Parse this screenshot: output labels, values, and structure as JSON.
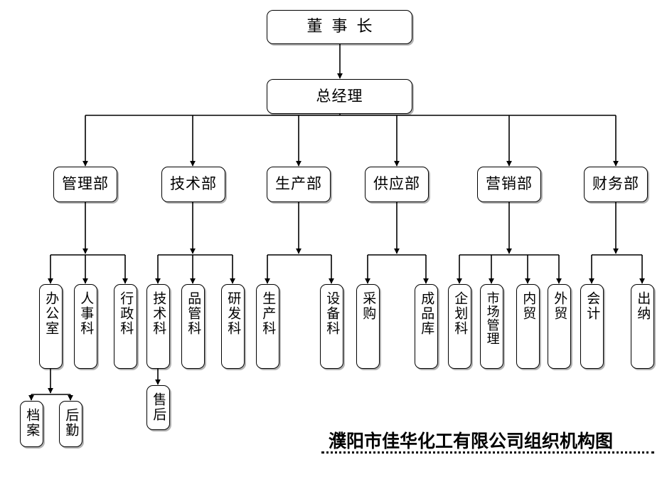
{
  "document": {
    "title": "濮阳市佳华化工有限公司组织机构图",
    "caption_underline": "dotted"
  },
  "colors": {
    "background": "#ffffff",
    "box_border": "#000000",
    "box_fill": "#ffffff",
    "connector": "#000000",
    "text": "#000000",
    "shadow": "rgba(0,0,0,0.30)"
  },
  "chart_data": {
    "type": "diagram",
    "subtype": "organization-chart",
    "title": "濮阳市佳华化工有限公司组织机构图",
    "orientation": "top-down",
    "levels": 4,
    "node_count": 27,
    "nodes": [
      {
        "id": "chairman",
        "label": "董事长",
        "level": 0,
        "parent": null,
        "text_orientation": "horizontal"
      },
      {
        "id": "gm",
        "label": "总经理",
        "level": 1,
        "parent": "chairman",
        "text_orientation": "horizontal"
      },
      {
        "id": "dept-management",
        "label": "管理部",
        "level": 2,
        "parent": "gm",
        "text_orientation": "horizontal"
      },
      {
        "id": "dept-technology",
        "label": "技术部",
        "level": 2,
        "parent": "gm",
        "text_orientation": "horizontal"
      },
      {
        "id": "dept-production",
        "label": "生产部",
        "level": 2,
        "parent": "gm",
        "text_orientation": "horizontal"
      },
      {
        "id": "dept-supply",
        "label": "供应部",
        "level": 2,
        "parent": "gm",
        "text_orientation": "horizontal"
      },
      {
        "id": "dept-marketing",
        "label": "营销部",
        "level": 2,
        "parent": "gm",
        "text_orientation": "horizontal"
      },
      {
        "id": "dept-finance",
        "label": "财务部",
        "level": 2,
        "parent": "gm",
        "text_orientation": "horizontal"
      },
      {
        "id": "office",
        "label": "办公室",
        "level": 3,
        "parent": "dept-management",
        "text_orientation": "vertical"
      },
      {
        "id": "hr",
        "label": "人事科",
        "level": 3,
        "parent": "dept-management",
        "text_orientation": "vertical"
      },
      {
        "id": "admin",
        "label": "行政科",
        "level": 3,
        "parent": "dept-management",
        "text_orientation": "vertical"
      },
      {
        "id": "tech-section",
        "label": "技术科",
        "level": 3,
        "parent": "dept-technology",
        "text_orientation": "vertical"
      },
      {
        "id": "quality",
        "label": "品管科",
        "level": 3,
        "parent": "dept-technology",
        "text_orientation": "vertical"
      },
      {
        "id": "rnd",
        "label": "研发科",
        "level": 3,
        "parent": "dept-technology",
        "text_orientation": "vertical"
      },
      {
        "id": "prod-section",
        "label": "生产科",
        "level": 3,
        "parent": "dept-production",
        "text_orientation": "vertical"
      },
      {
        "id": "equipment",
        "label": "设备科",
        "level": 3,
        "parent": "dept-production",
        "text_orientation": "vertical"
      },
      {
        "id": "purchasing",
        "label": "采购",
        "level": 3,
        "parent": "dept-supply",
        "text_orientation": "vertical"
      },
      {
        "id": "warehouse",
        "label": "成品库",
        "level": 3,
        "parent": "dept-supply",
        "text_orientation": "vertical"
      },
      {
        "id": "planning",
        "label": "企划科",
        "level": 3,
        "parent": "dept-marketing",
        "text_orientation": "vertical"
      },
      {
        "id": "market-mgmt",
        "label": "市场管理",
        "level": 3,
        "parent": "dept-marketing",
        "text_orientation": "vertical"
      },
      {
        "id": "domestic-trade",
        "label": "内贸",
        "level": 3,
        "parent": "dept-marketing",
        "text_orientation": "vertical"
      },
      {
        "id": "foreign-trade",
        "label": "外贸",
        "level": 3,
        "parent": "dept-marketing",
        "text_orientation": "vertical"
      },
      {
        "id": "accounting",
        "label": "会计",
        "level": 3,
        "parent": "dept-finance",
        "text_orientation": "vertical"
      },
      {
        "id": "cashier",
        "label": "出纳",
        "level": 3,
        "parent": "dept-finance",
        "text_orientation": "vertical"
      },
      {
        "id": "archives",
        "label": "档案",
        "level": 4,
        "parent": "office",
        "text_orientation": "vertical"
      },
      {
        "id": "logistics",
        "label": "后勤",
        "level": 4,
        "parent": "office",
        "text_orientation": "vertical"
      },
      {
        "id": "after-sales",
        "label": "售后",
        "level": 4,
        "parent": "tech-section",
        "text_orientation": "vertical"
      }
    ],
    "edges": [
      {
        "from": "chairman",
        "to": "gm"
      },
      {
        "from": "gm",
        "to": "dept-management"
      },
      {
        "from": "gm",
        "to": "dept-technology"
      },
      {
        "from": "gm",
        "to": "dept-production"
      },
      {
        "from": "gm",
        "to": "dept-supply"
      },
      {
        "from": "gm",
        "to": "dept-marketing"
      },
      {
        "from": "gm",
        "to": "dept-finance"
      },
      {
        "from": "dept-management",
        "to": "office"
      },
      {
        "from": "dept-management",
        "to": "hr"
      },
      {
        "from": "dept-management",
        "to": "admin"
      },
      {
        "from": "dept-technology",
        "to": "tech-section"
      },
      {
        "from": "dept-technology",
        "to": "quality"
      },
      {
        "from": "dept-technology",
        "to": "rnd"
      },
      {
        "from": "dept-production",
        "to": "prod-section"
      },
      {
        "from": "dept-production",
        "to": "equipment"
      },
      {
        "from": "dept-supply",
        "to": "purchasing"
      },
      {
        "from": "dept-supply",
        "to": "warehouse"
      },
      {
        "from": "dept-marketing",
        "to": "planning"
      },
      {
        "from": "dept-marketing",
        "to": "market-mgmt"
      },
      {
        "from": "dept-marketing",
        "to": "domestic-trade"
      },
      {
        "from": "dept-marketing",
        "to": "foreign-trade"
      },
      {
        "from": "dept-finance",
        "to": "accounting"
      },
      {
        "from": "dept-finance",
        "to": "cashier"
      },
      {
        "from": "office",
        "to": "archives"
      },
      {
        "from": "office",
        "to": "logistics"
      },
      {
        "from": "tech-section",
        "to": "after-sales"
      }
    ]
  }
}
